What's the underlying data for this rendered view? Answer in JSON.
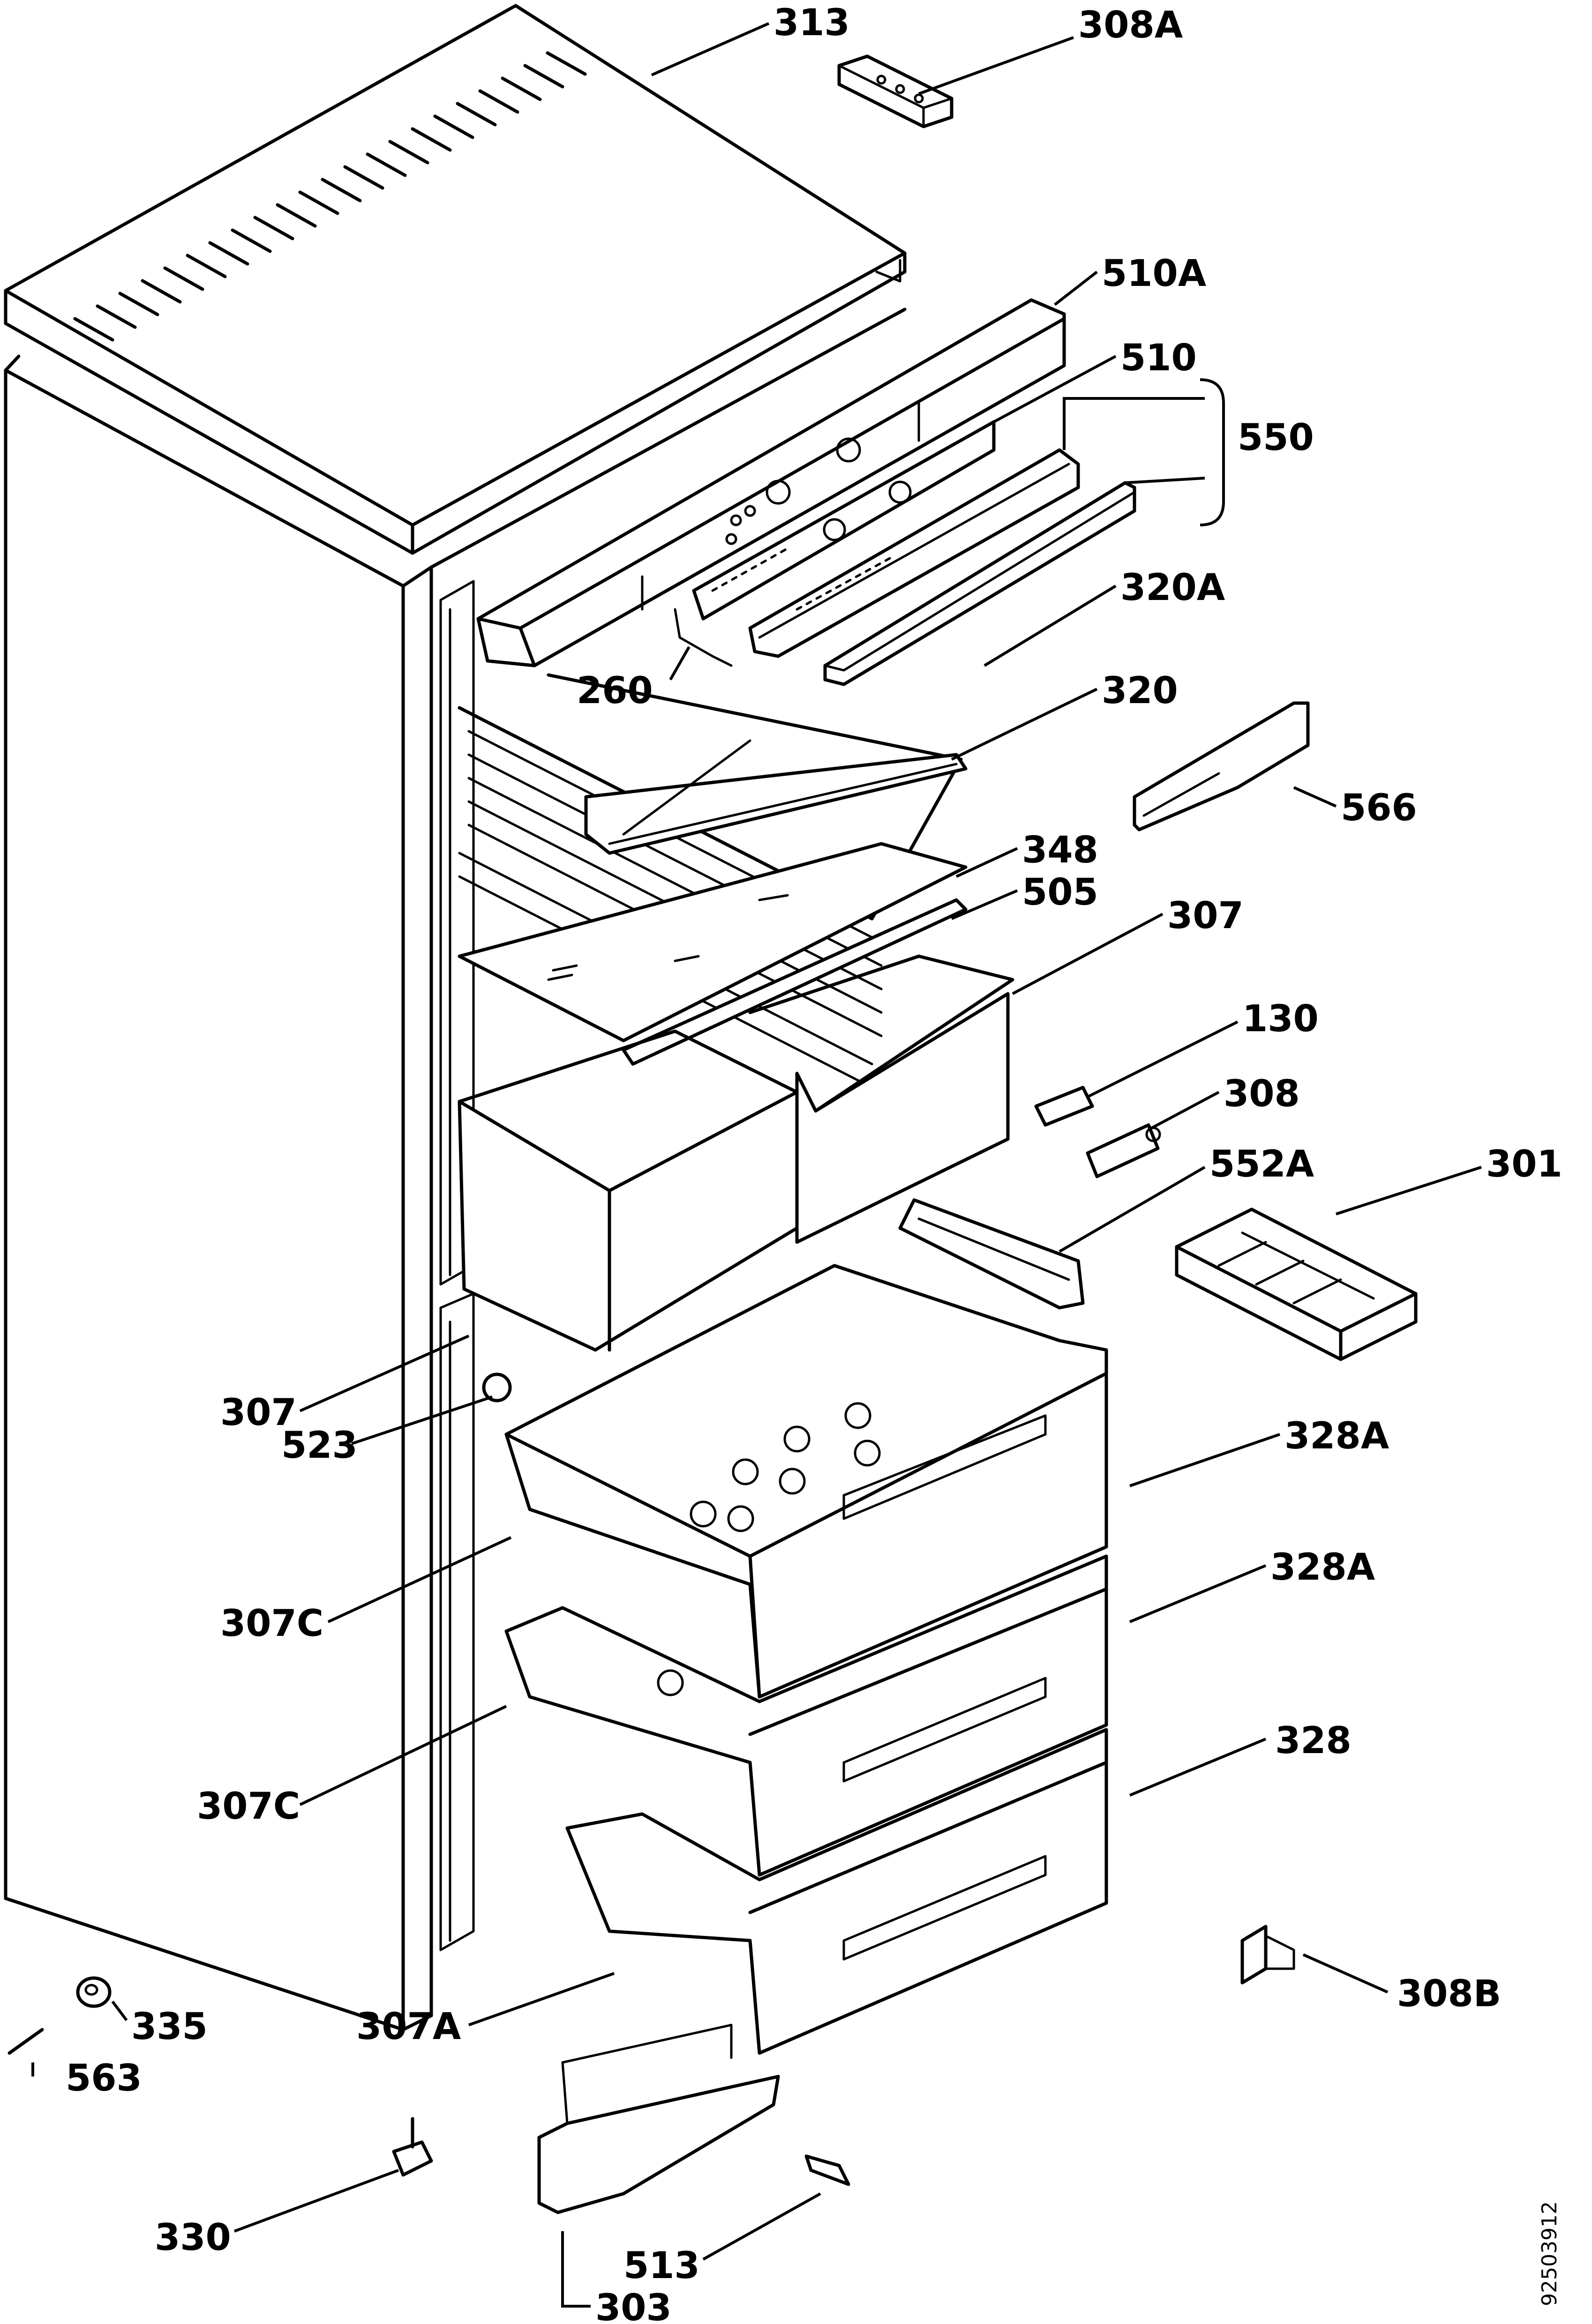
{
  "labels": {
    "l313": "313",
    "l308A": "308A",
    "l510A": "510A",
    "l510": "510",
    "l550": "550",
    "l320A": "320A",
    "l260": "260",
    "l320": "320",
    "l566": "566",
    "l348": "348",
    "l505": "505",
    "l307_top": "307",
    "l130": "130",
    "l308": "308",
    "l552A": "552A",
    "l301": "301",
    "l307_left": "307",
    "l523": "523",
    "l328A_1": "328A",
    "l328A_2": "328A",
    "l307C_1": "307C",
    "l307C_2": "307C",
    "l328": "328",
    "l308B": "308B",
    "l335": "335",
    "l563": "563",
    "l307A": "307A",
    "l330": "330",
    "l513": "513",
    "l303": "303"
  },
  "doc_id": "92503912"
}
